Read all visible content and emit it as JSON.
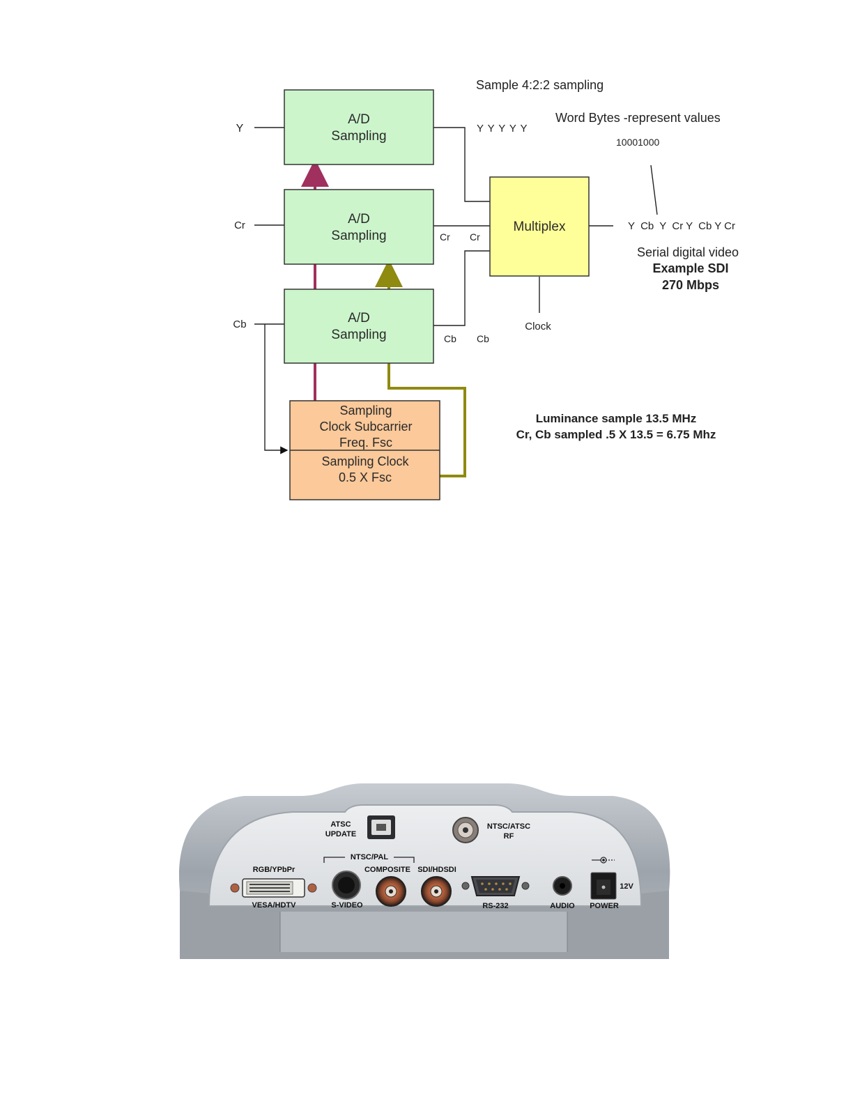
{
  "diagram": {
    "adc_y": {
      "line1": "A/D",
      "line2": "Sampling"
    },
    "adc_cr": {
      "line1": "A/D",
      "line2": "Sampling"
    },
    "adc_cb": {
      "line1": "A/D",
      "line2": "Sampling"
    },
    "clock_upper": {
      "line1": "Sampling",
      "line2": "Clock Subcarrier",
      "line3": "Freq. Fsc"
    },
    "clock_lower": {
      "line1": "Sampling Clock",
      "line2": "0.5 X Fsc"
    },
    "multiplex": "Multiplex",
    "inputs": {
      "y": "Y",
      "cr": "Cr",
      "cb": "Cb"
    },
    "stream_labels": {
      "yyyyy": "Y Y Y Y Y",
      "cr1": "Cr",
      "cr2": "Cr",
      "cb1": "Cb",
      "cb2": "Cb"
    },
    "clock_input": "Clock",
    "sampling_title": "Sample 4:2:2 sampling",
    "word_bytes": "Word Bytes -represent values",
    "binary_word": "10001000",
    "output_sequence": "Y  Cb  Y  Cr Y  Cb Y Cr",
    "serial_title": "Serial digital video",
    "serial_example": "Example SDI",
    "serial_rate": "270 Mbps",
    "lum_note": "Luminance sample 13.5 MHz",
    "chroma_note": "Cr, Cb sampled .5 X 13.5 = 6.75 Mhz",
    "colors": {
      "adc": "#ccf5cc",
      "mux": "#ffff99",
      "clock": "#fbc99a",
      "magenta": "#a0305e",
      "olive": "#8f8a10"
    }
  },
  "device_panel": {
    "atsc_update": [
      "ATSC",
      "UPDATE"
    ],
    "ntsc_atsc_rf": [
      "NTSC/ATSC",
      "RF"
    ],
    "ntsc_pal": "NTSC/PAL",
    "rgb": "RGB/YPbPr",
    "vesa": "VESA/HDTV",
    "composite": "COMPOSITE",
    "sdi": "SDI/HDSDI",
    "svideo": "S-VIDEO",
    "rs232": "RS-232",
    "audio": "AUDIO",
    "power": "POWER",
    "voltage": "12V",
    "icons": [
      "usb-port-icon",
      "bnc-connector-icon",
      "dvi-port-icon",
      "s-video-port-icon",
      "db9-port-icon",
      "audio-jack-icon",
      "dc-power-jack-icon",
      "polarity-symbol-icon"
    ]
  }
}
